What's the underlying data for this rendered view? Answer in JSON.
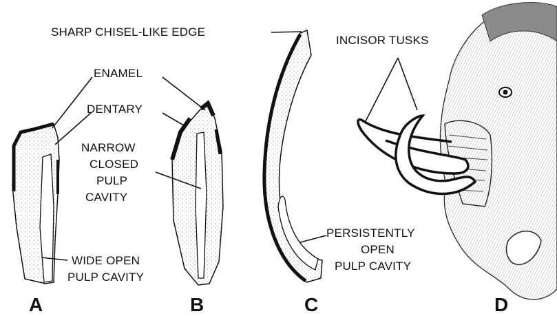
{
  "labels": {
    "enamel": "ENAMEL",
    "dentary": "DENTARY",
    "narrow_closed_pulp_cavity": [
      "NARROW",
      "CLOSED",
      "PULP",
      "CAVITY"
    ],
    "wide_open_pulp_cavity": [
      "WIDE OPEN",
      "PULP CAVITY"
    ],
    "sharp_chisel_like_edge": "SHARP CHISEL-LIKE EDGE",
    "persistently_open_pulp_cavity": [
      "PERSISTENTLY",
      "OPEN",
      "PULP CAVITY"
    ],
    "incisor_tusks": "INCISOR TUSKS"
  },
  "panels": [
    "A",
    "B",
    "C",
    "D"
  ],
  "colors": {
    "ink": "#111111",
    "stipple": "#9a9a9a",
    "paper": "#ffffff"
  }
}
